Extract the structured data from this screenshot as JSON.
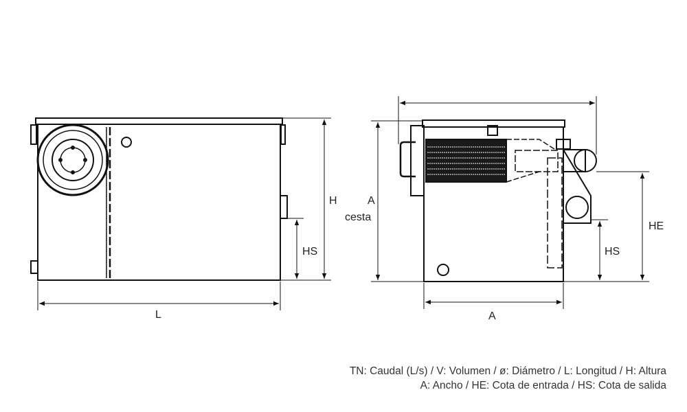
{
  "side_view": {
    "height_label": "H",
    "outlet_height_label": "HS",
    "length_label": "L"
  },
  "front_view": {
    "basket_height_label_line1": "A",
    "basket_height_label_line2": "cesta",
    "inlet_height_label": "HE",
    "outlet_height_label": "HS",
    "width_label": "A"
  },
  "legend": {
    "line1": "TN: Caudal (L/s) / V: Volumen / ø: Diámetro / L: Longitud / H: Altura",
    "line2": "A: Ancho / HE: Cota de entrada / HS: Cota de salida"
  }
}
